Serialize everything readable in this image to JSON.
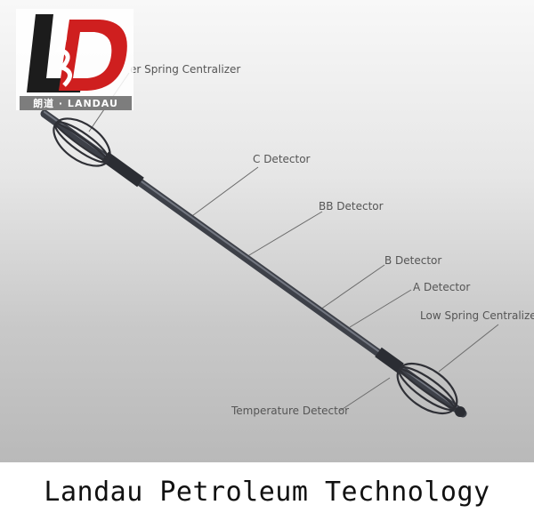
{
  "labels": {
    "upper_centralizer": "er Spring Centralizer",
    "c_detector": "C Detector",
    "bb_detector": "BB Detector",
    "b_detector": "B Detector",
    "a_detector": "A Detector",
    "low_centralizer": "Low Spring Centralizer",
    "temperature_detector": "Temperature Detector"
  },
  "logo": {
    "glyphs": "LD",
    "text": "朗道 · LANDAU",
    "brand_color": "#cf1f1f"
  },
  "caption": "Landau Petroleum Technology"
}
